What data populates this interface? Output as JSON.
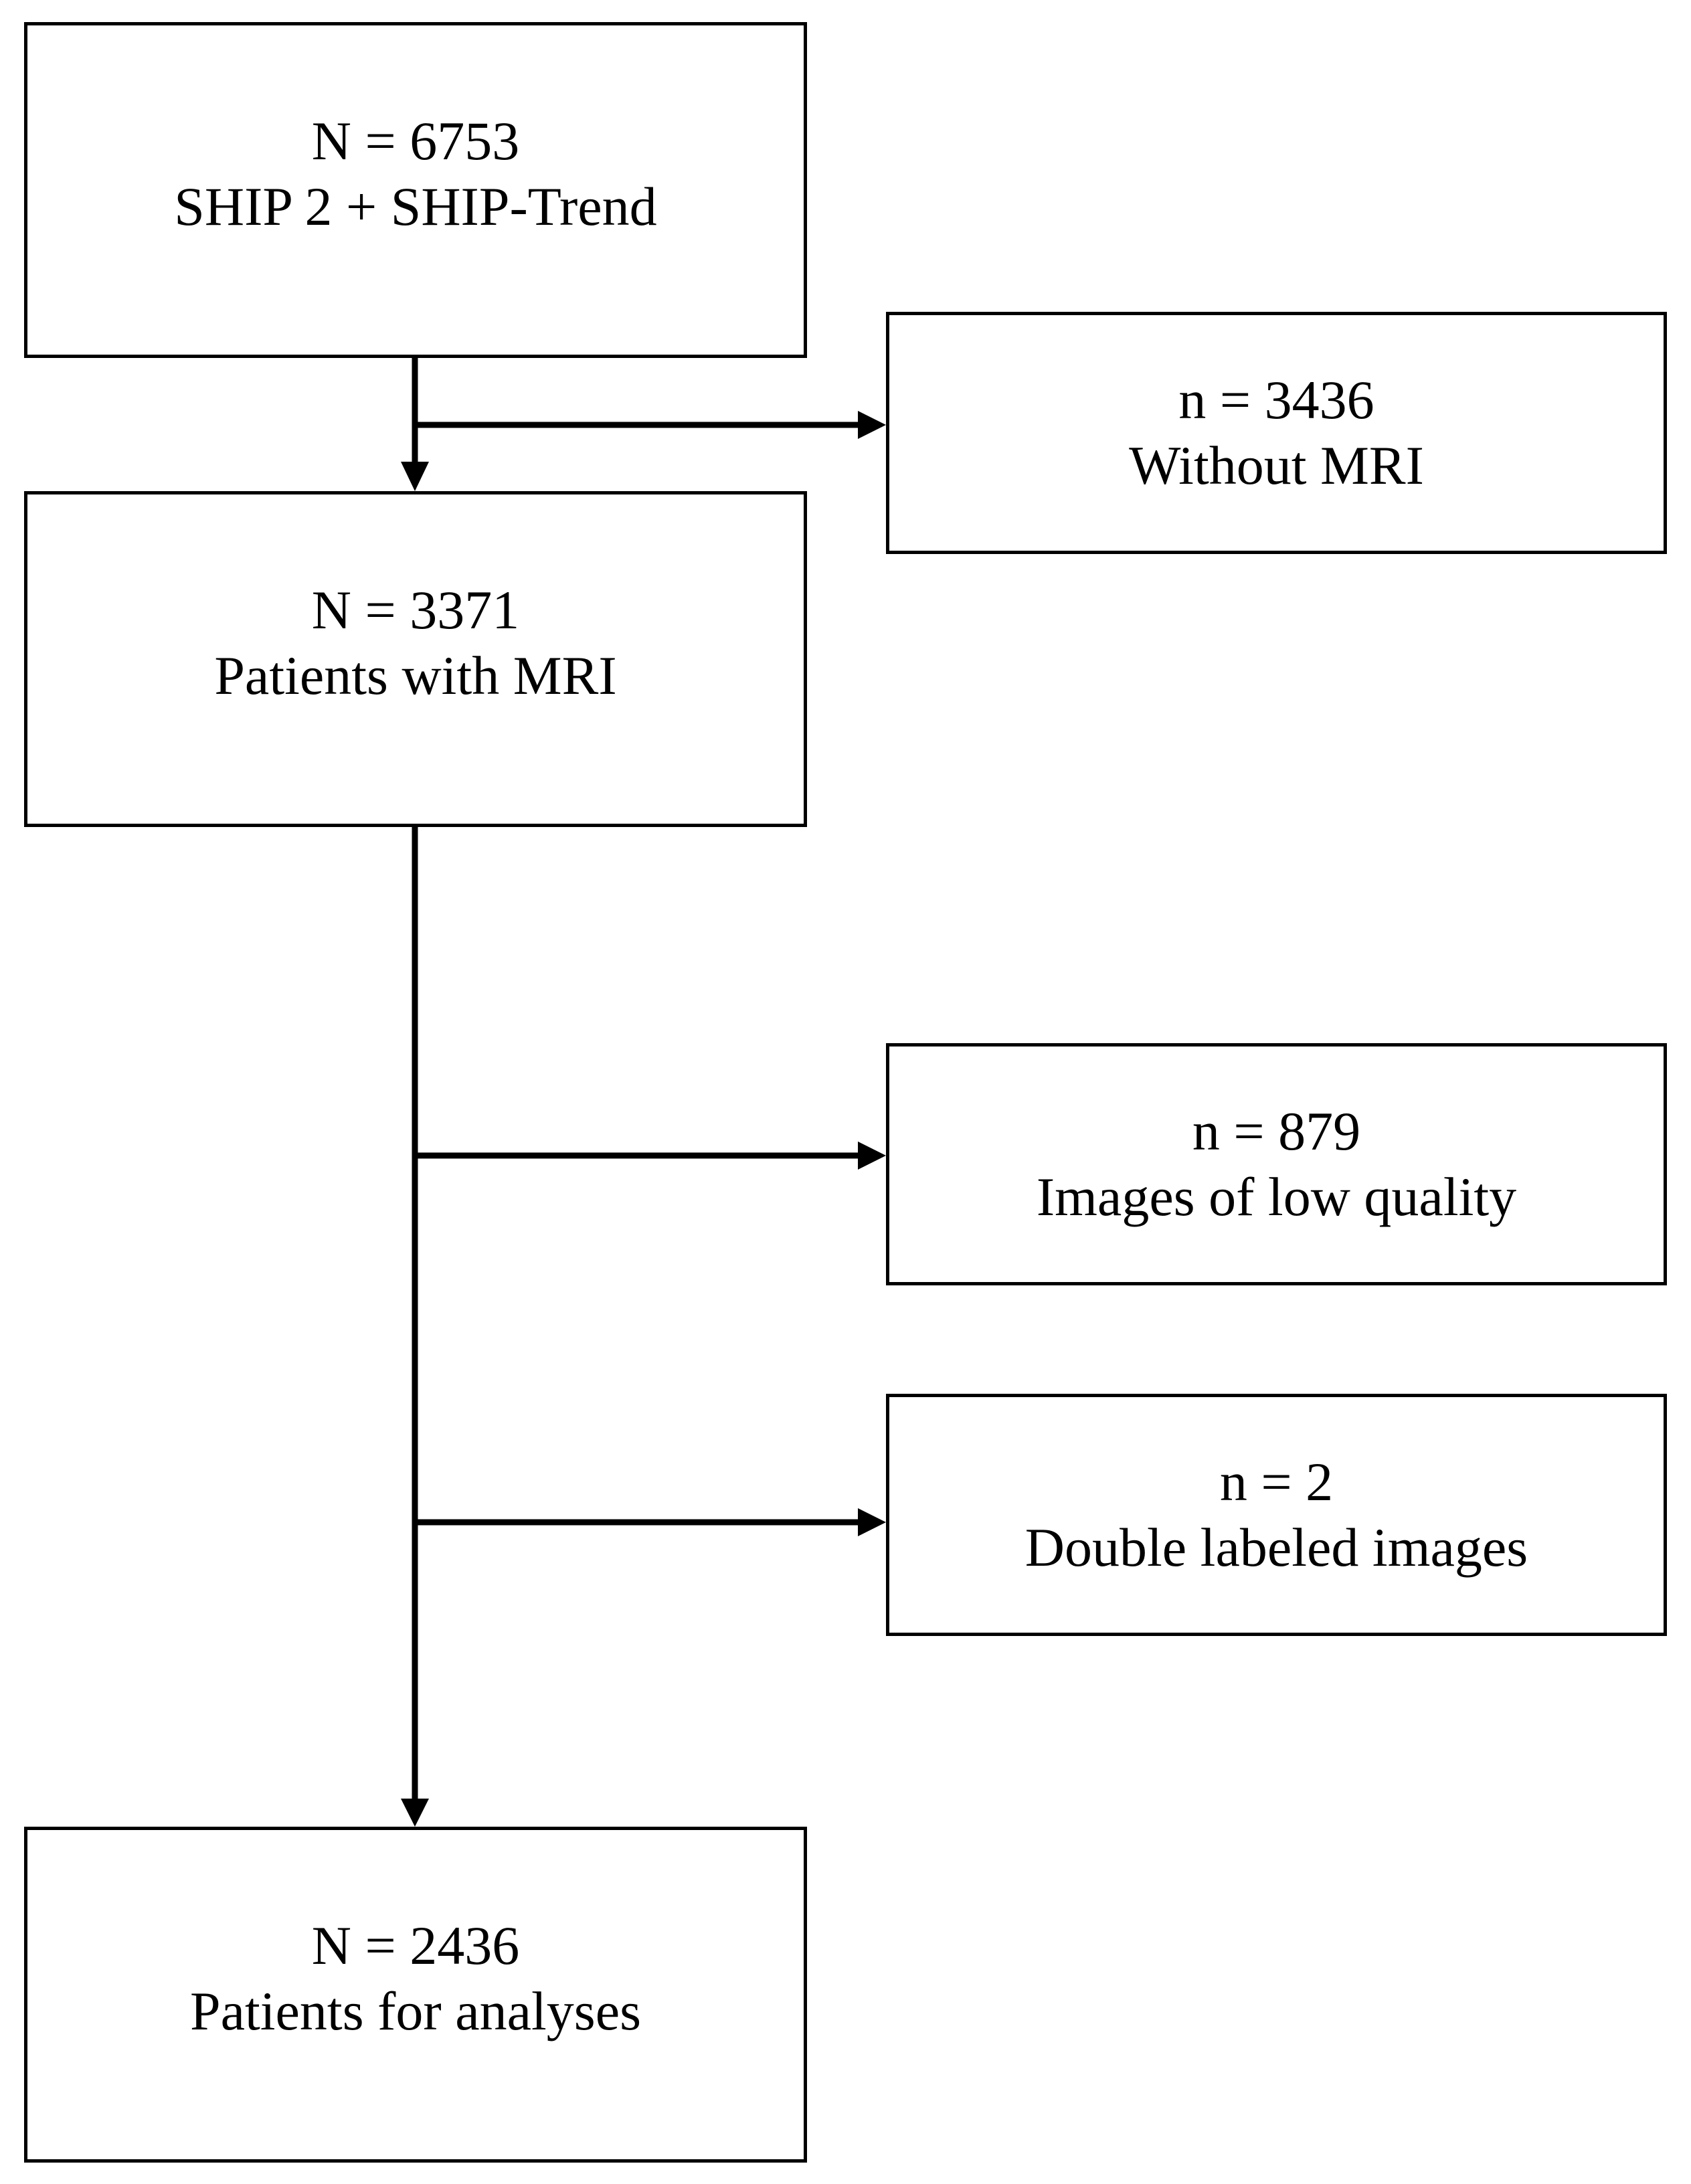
{
  "boxes": {
    "start": {
      "count": "N = 6753",
      "label": "SHIP 2 + SHIP-Trend"
    },
    "excluded_no_mri": {
      "count": "n = 3436",
      "label": "Without MRI"
    },
    "with_mri": {
      "count": "N = 3371",
      "label": "Patients with MRI"
    },
    "excluded_low_quality": {
      "count": "n = 879",
      "label": "Images of low quality"
    },
    "excluded_double": {
      "count": "n = 2",
      "label": "Double labeled images"
    },
    "final": {
      "count": "N = 2436",
      "label": "Patients for analyses"
    }
  },
  "colors": {
    "line": "#000000",
    "background": "#ffffff"
  }
}
